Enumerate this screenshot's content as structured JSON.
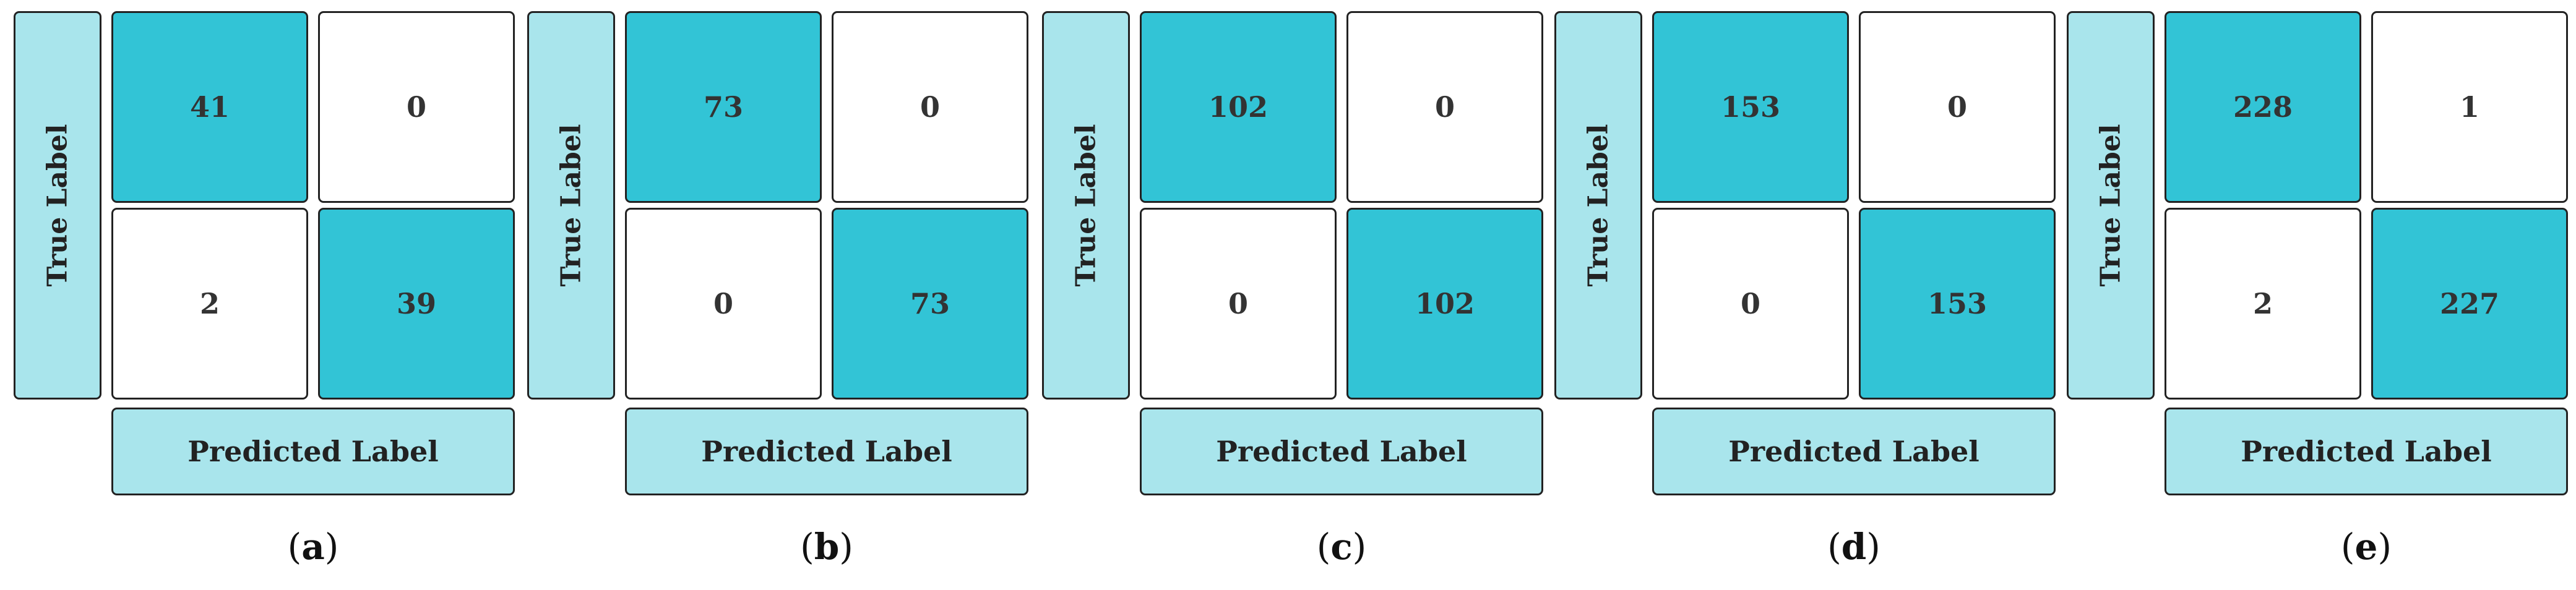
{
  "chart_data": [
    {
      "type": "heatmap",
      "caption": "a",
      "ylabel": "True Label",
      "xlabel": "Predicted Label",
      "matrix": [
        [
          41,
          0
        ],
        [
          2,
          39
        ]
      ]
    },
    {
      "type": "heatmap",
      "caption": "b",
      "ylabel": "True Label",
      "xlabel": "Predicted Label",
      "matrix": [
        [
          73,
          0
        ],
        [
          0,
          73
        ]
      ]
    },
    {
      "type": "heatmap",
      "caption": "c",
      "ylabel": "True Label",
      "xlabel": "Predicted Label",
      "matrix": [
        [
          102,
          0
        ],
        [
          0,
          102
        ]
      ]
    },
    {
      "type": "heatmap",
      "caption": "d",
      "ylabel": "True Label",
      "xlabel": "Predicted Label",
      "matrix": [
        [
          153,
          0
        ],
        [
          0,
          153
        ]
      ]
    },
    {
      "type": "heatmap",
      "caption": "e",
      "ylabel": "True Label",
      "xlabel": "Predicted Label",
      "matrix": [
        [
          228,
          1
        ],
        [
          2,
          227
        ]
      ]
    }
  ],
  "colors": {
    "diagonal": "#32c4d6",
    "off_diagonal": "#ffffff",
    "label_box": "#a9e5ec",
    "border": "#222222"
  }
}
